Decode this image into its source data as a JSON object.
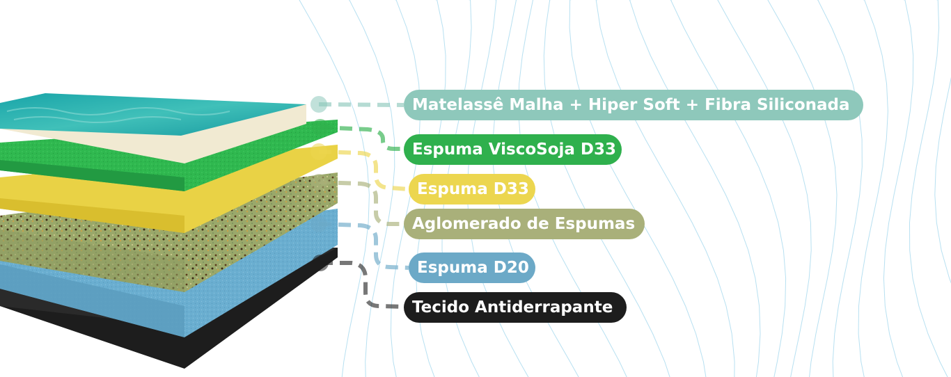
{
  "colors": {
    "background": "#ffffff",
    "contour": "#9fd6ec",
    "teal_cover": "#1ea3a8",
    "green": "#2ebc56",
    "yellow": "#e8d54c",
    "olive": "#aeb77a",
    "blue": "#67aacb",
    "black": "#1d1d1d"
  },
  "layers": [
    {
      "label": "Matelassê Malha + Hiper Soft + Fibra Siliconada",
      "color": "#8ec8bb",
      "icon": "teal-cover-layer"
    },
    {
      "label": "Espuma ViscoSoja D33",
      "color": "#2fb04d",
      "icon": "green-foam-layer"
    },
    {
      "label": "Espuma D33",
      "color": "#ecd64f",
      "icon": "yellow-foam-layer"
    },
    {
      "label": "Aglomerado de Espumas",
      "color": "#a9b07a",
      "icon": "speckled-foam-layer"
    },
    {
      "label": "Espuma D20",
      "color": "#6ca9c7",
      "icon": "blue-foam-layer"
    },
    {
      "label": "Tecido Antiderrapante",
      "color": "#1d1d1d",
      "icon": "black-fabric-layer"
    }
  ]
}
